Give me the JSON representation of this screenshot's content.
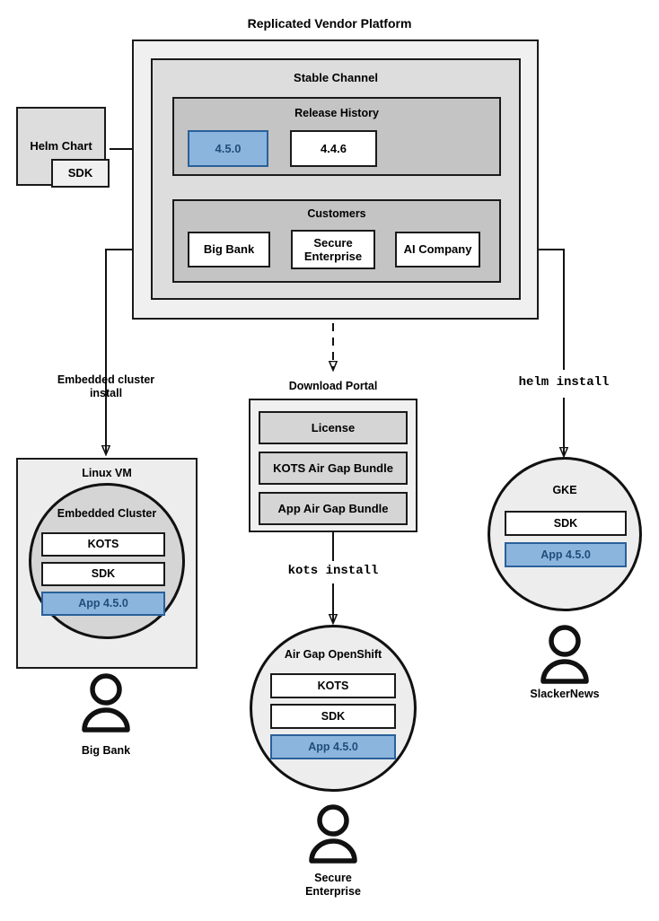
{
  "diagram": {
    "title": "Replicated Vendor Platform",
    "platform": {
      "stable_channel_label": "Stable Channel",
      "release_history": {
        "label": "Release History",
        "releases": [
          {
            "version": "4.5.0",
            "highlighted": true
          },
          {
            "version": "4.4.6",
            "highlighted": false
          }
        ]
      },
      "customers": {
        "label": "Customers",
        "items": [
          "Big Bank",
          "Secure\nEnterprise",
          "AI Company"
        ]
      }
    },
    "helm_chart": {
      "label": "Helm Chart",
      "sdk_label": "SDK"
    },
    "connectors": {
      "embedded_cluster_install": "Embedded cluster\ninstall",
      "kots_install": "kots install",
      "helm_install": "helm install"
    },
    "download_portal": {
      "label": "Download Portal",
      "items": [
        "License",
        "KOTS Air Gap Bundle",
        "App Air Gap Bundle"
      ]
    },
    "targets": [
      {
        "container_label": "Linux VM",
        "cluster_label": "Embedded Cluster",
        "components": [
          {
            "label": "KOTS",
            "highlighted": false
          },
          {
            "label": "SDK",
            "highlighted": false
          },
          {
            "label": "App 4.5.0",
            "highlighted": true
          }
        ],
        "customer": "Big Bank"
      },
      {
        "container_label": "Air Gap OpenShift",
        "components": [
          {
            "label": "KOTS",
            "highlighted": false
          },
          {
            "label": "SDK",
            "highlighted": false
          },
          {
            "label": "App 4.5.0",
            "highlighted": true
          }
        ],
        "customer": "Secure\nEnterprise"
      },
      {
        "container_label": "GKE",
        "components": [
          {
            "label": "SDK",
            "highlighted": false
          },
          {
            "label": "App 4.5.0",
            "highlighted": true
          }
        ],
        "customer": "SlackerNews"
      }
    ],
    "colors": {
      "highlight_fill": "#8CB5DE",
      "highlight_border": "#2A6099",
      "highlight_text": "#1F4E79",
      "stroke": "#1a1a1a",
      "platform_bg": "#F0F0F0",
      "channel_bg": "#DDDDDD",
      "section_bg": "#C4C4C4",
      "cluster_bg": "#D5D5D5",
      "node_bg": "#EDEDED"
    }
  }
}
